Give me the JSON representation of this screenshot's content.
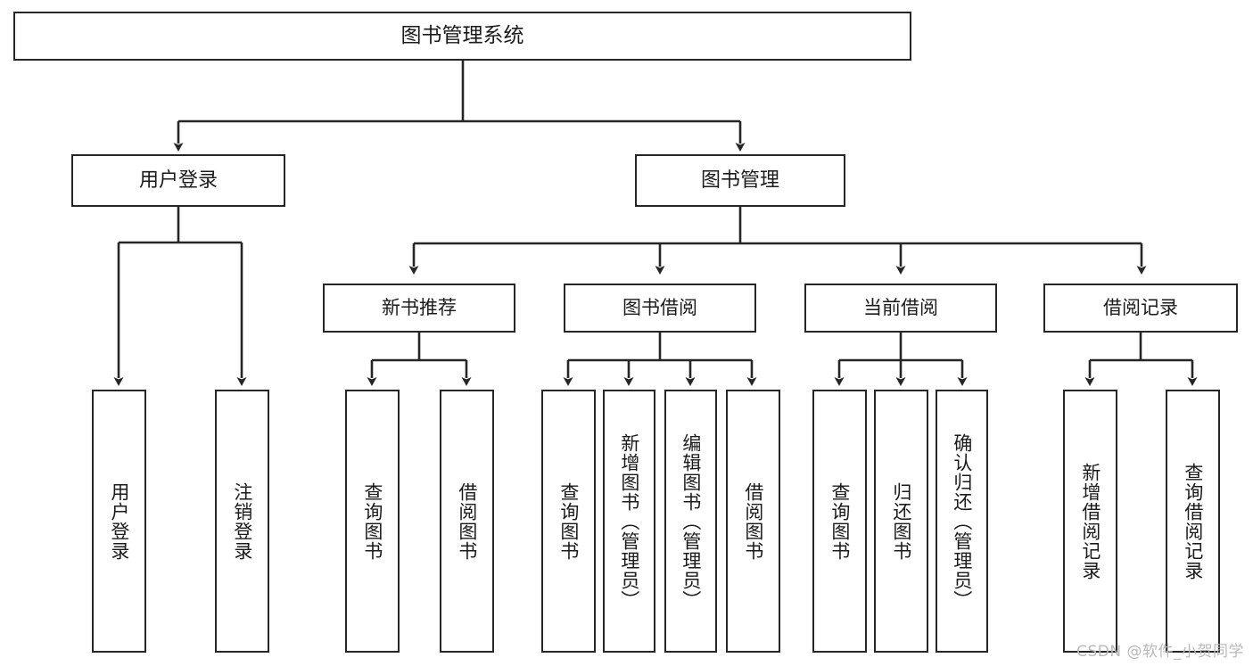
{
  "diagram": {
    "type": "hierarchy-tree",
    "title": "图书管理系统",
    "root": {
      "label": "图书管理系统"
    },
    "level2": [
      {
        "id": "user-login",
        "label": "用户登录"
      },
      {
        "id": "book-management",
        "label": "图书管理"
      }
    ],
    "level3": [
      {
        "id": "new-book-recommend",
        "label": "新书推荐",
        "parent": "book-management"
      },
      {
        "id": "book-borrow",
        "label": "图书借阅",
        "parent": "book-management"
      },
      {
        "id": "current-borrow",
        "label": "当前借阅",
        "parent": "book-management"
      },
      {
        "id": "borrow-record",
        "label": "借阅记录",
        "parent": "book-management"
      }
    ],
    "leaves": [
      {
        "id": "leaf-user-login",
        "label": "用户登录",
        "parent": "user-login"
      },
      {
        "id": "leaf-logout-login",
        "label": "注销登录",
        "parent": "user-login"
      },
      {
        "id": "leaf-query-book-1",
        "label": "查询图书",
        "parent": "new-book-recommend"
      },
      {
        "id": "leaf-borrow-book-1",
        "label": "借阅图书",
        "parent": "new-book-recommend"
      },
      {
        "id": "leaf-query-book-2",
        "label": "查询图书",
        "parent": "book-borrow"
      },
      {
        "id": "leaf-add-book",
        "label": "新增图书（管理员）",
        "parent": "book-borrow"
      },
      {
        "id": "leaf-edit-book",
        "label": "编辑图书（管理员）",
        "parent": "book-borrow"
      },
      {
        "id": "leaf-borrow-book-2",
        "label": "借阅图书",
        "parent": "book-borrow"
      },
      {
        "id": "leaf-query-book-3",
        "label": "查询图书",
        "parent": "current-borrow"
      },
      {
        "id": "leaf-return-book",
        "label": "归还图书",
        "parent": "current-borrow"
      },
      {
        "id": "leaf-confirm-return",
        "label": "确认归还（管理员）",
        "parent": "current-borrow"
      },
      {
        "id": "leaf-add-record",
        "label": "新增借阅记录",
        "parent": "borrow-record"
      },
      {
        "id": "leaf-query-record",
        "label": "查询借阅记录",
        "parent": "borrow-record"
      }
    ],
    "colors": {
      "stroke": "#262626",
      "background": "#ffffff",
      "text": "#1b1b1b",
      "watermark": "#b9b9b9"
    }
  },
  "watermark": {
    "text": "CSDN @软件_小贺同学"
  }
}
